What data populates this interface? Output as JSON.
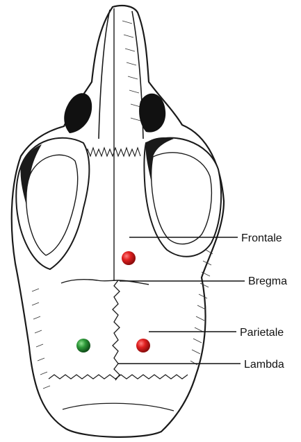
{
  "diagram": {
    "labels": {
      "frontale": "Frontale",
      "bregma": "Bregma",
      "parietale": "Parietale",
      "lambda": "Lambda"
    },
    "markers": [
      {
        "name": "red-marker-frontal",
        "color": "#e02020"
      },
      {
        "name": "red-marker-parietal",
        "color": "#e02020"
      },
      {
        "name": "green-marker-parietal",
        "color": "#2e9a3a"
      }
    ],
    "line_color": "#111111",
    "outline_color": "#1a1a1a",
    "fill_color": "#ffffff"
  }
}
